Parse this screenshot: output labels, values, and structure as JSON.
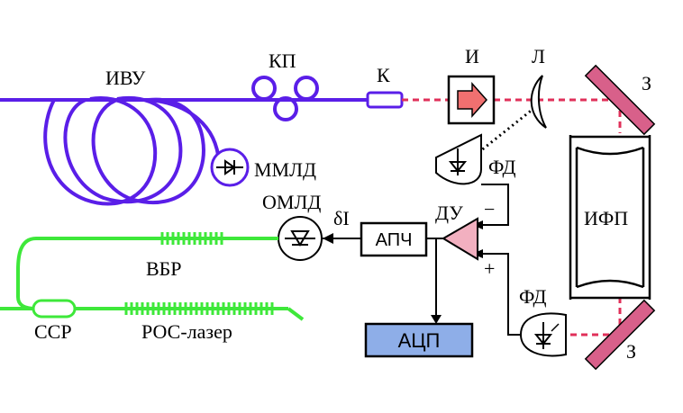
{
  "labels": {
    "ivu": "ИВУ",
    "kp": "КП",
    "k": "К",
    "i": "И",
    "l": "Л",
    "z_top": "З",
    "fd_top": "ФД",
    "mmld": "ММЛД",
    "omld": "ОМЛД",
    "delta_i": "δI",
    "du": "ДУ",
    "minus": "−",
    "plus": "+",
    "ifp": "ИФП",
    "vbr": "ВБР",
    "ccr": "ССР",
    "ros": "РОС-лазер",
    "fd_bottom": "ФД",
    "z_bottom": "З"
  },
  "blocks": {
    "apch": "АПЧ",
    "acp": "АЦП"
  },
  "colors": {
    "fiber": "#5a1ee8",
    "green_fiber": "#3ee83a",
    "beam": "#e0305a",
    "isolator_arrow": "#f07070",
    "mirror": "#d8608a",
    "amplifier": "#f2b0c0",
    "adc": "#8eaee8"
  }
}
